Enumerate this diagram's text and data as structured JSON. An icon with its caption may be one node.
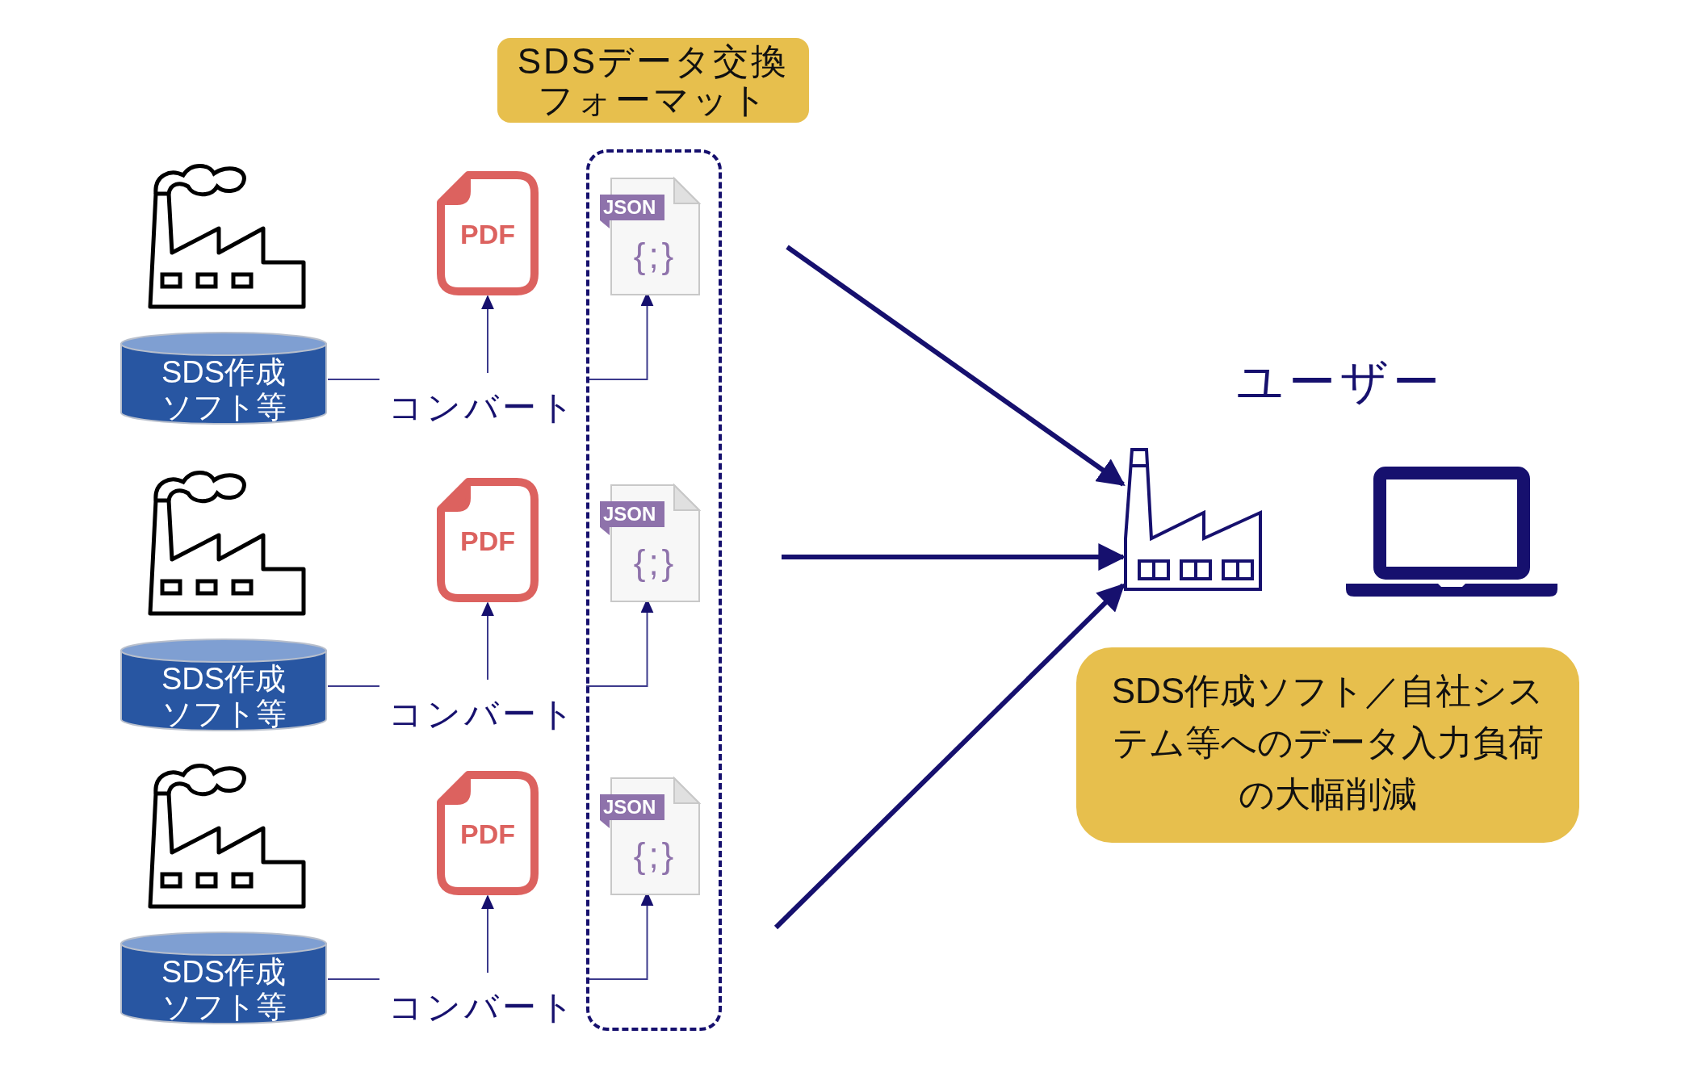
{
  "diagram": {
    "nodes": [
      {
        "text": [
          "SDSデータ交換フォーマット"
        ]
      },
      {
        "text": [],
        "shape": "box"
      },
      {
        "text": [
          "SDS作成ソフト等"
        ]
      },
      {
        "text": [
          "コンバート"
        ]
      },
      {
        "text": [
          "PDF"
        ]
      },
      {
        "text": [
          "JSON",
          "{;}"
        ],
        "in": 1
      },
      {
        "text": [
          "SDS作成ソフト等"
        ]
      },
      {
        "text": [
          "コンバート"
        ]
      },
      {
        "text": [
          "PDF"
        ]
      },
      {
        "text": [
          "JSON",
          "{;}"
        ],
        "in": 1
      },
      {
        "text": [
          "SDS作成ソフト等"
        ]
      },
      {
        "text": [
          "コンバート"
        ]
      },
      {
        "text": [
          "PDF"
        ]
      },
      {
        "text": [
          "JSON",
          "{;}"
        ],
        "in": 1
      },
      {
        "text": [],
        "shape": "factory"
      },
      {
        "text": [
          "SDS作成ソフト／自社システム等へのデータ入力負荷の大幅削減"
        ]
      }
    ],
    "edges": [
      {
        "from": 2,
        "to": 3,
        "arrow": "none"
      },
      {
        "from": 3,
        "to": 4,
        "arrow": "to"
      },
      {
        "from": 3,
        "to": 5,
        "arrow": "to"
      },
      {
        "from": 6,
        "to": 7,
        "arrow": "none"
      },
      {
        "from": 7,
        "to": 8,
        "arrow": "to"
      },
      {
        "from": 7,
        "to": 9,
        "arrow": "to"
      },
      {
        "from": 10,
        "to": 11,
        "arrow": "none"
      },
      {
        "from": 11,
        "to": 12,
        "arrow": "to"
      },
      {
        "from": 11,
        "to": 13,
        "arrow": "to"
      },
      {
        "from": null,
        "to": 14,
        "arrow": "to",
        "style": "thick"
      },
      {
        "from": null,
        "to": 14,
        "arrow": "to",
        "style": "thick"
      },
      {
        "from": null,
        "to": 14,
        "arrow": "to",
        "style": "thick"
      }
    ],
    "labels": [
      "ユーザー"
    ]
  }
}
